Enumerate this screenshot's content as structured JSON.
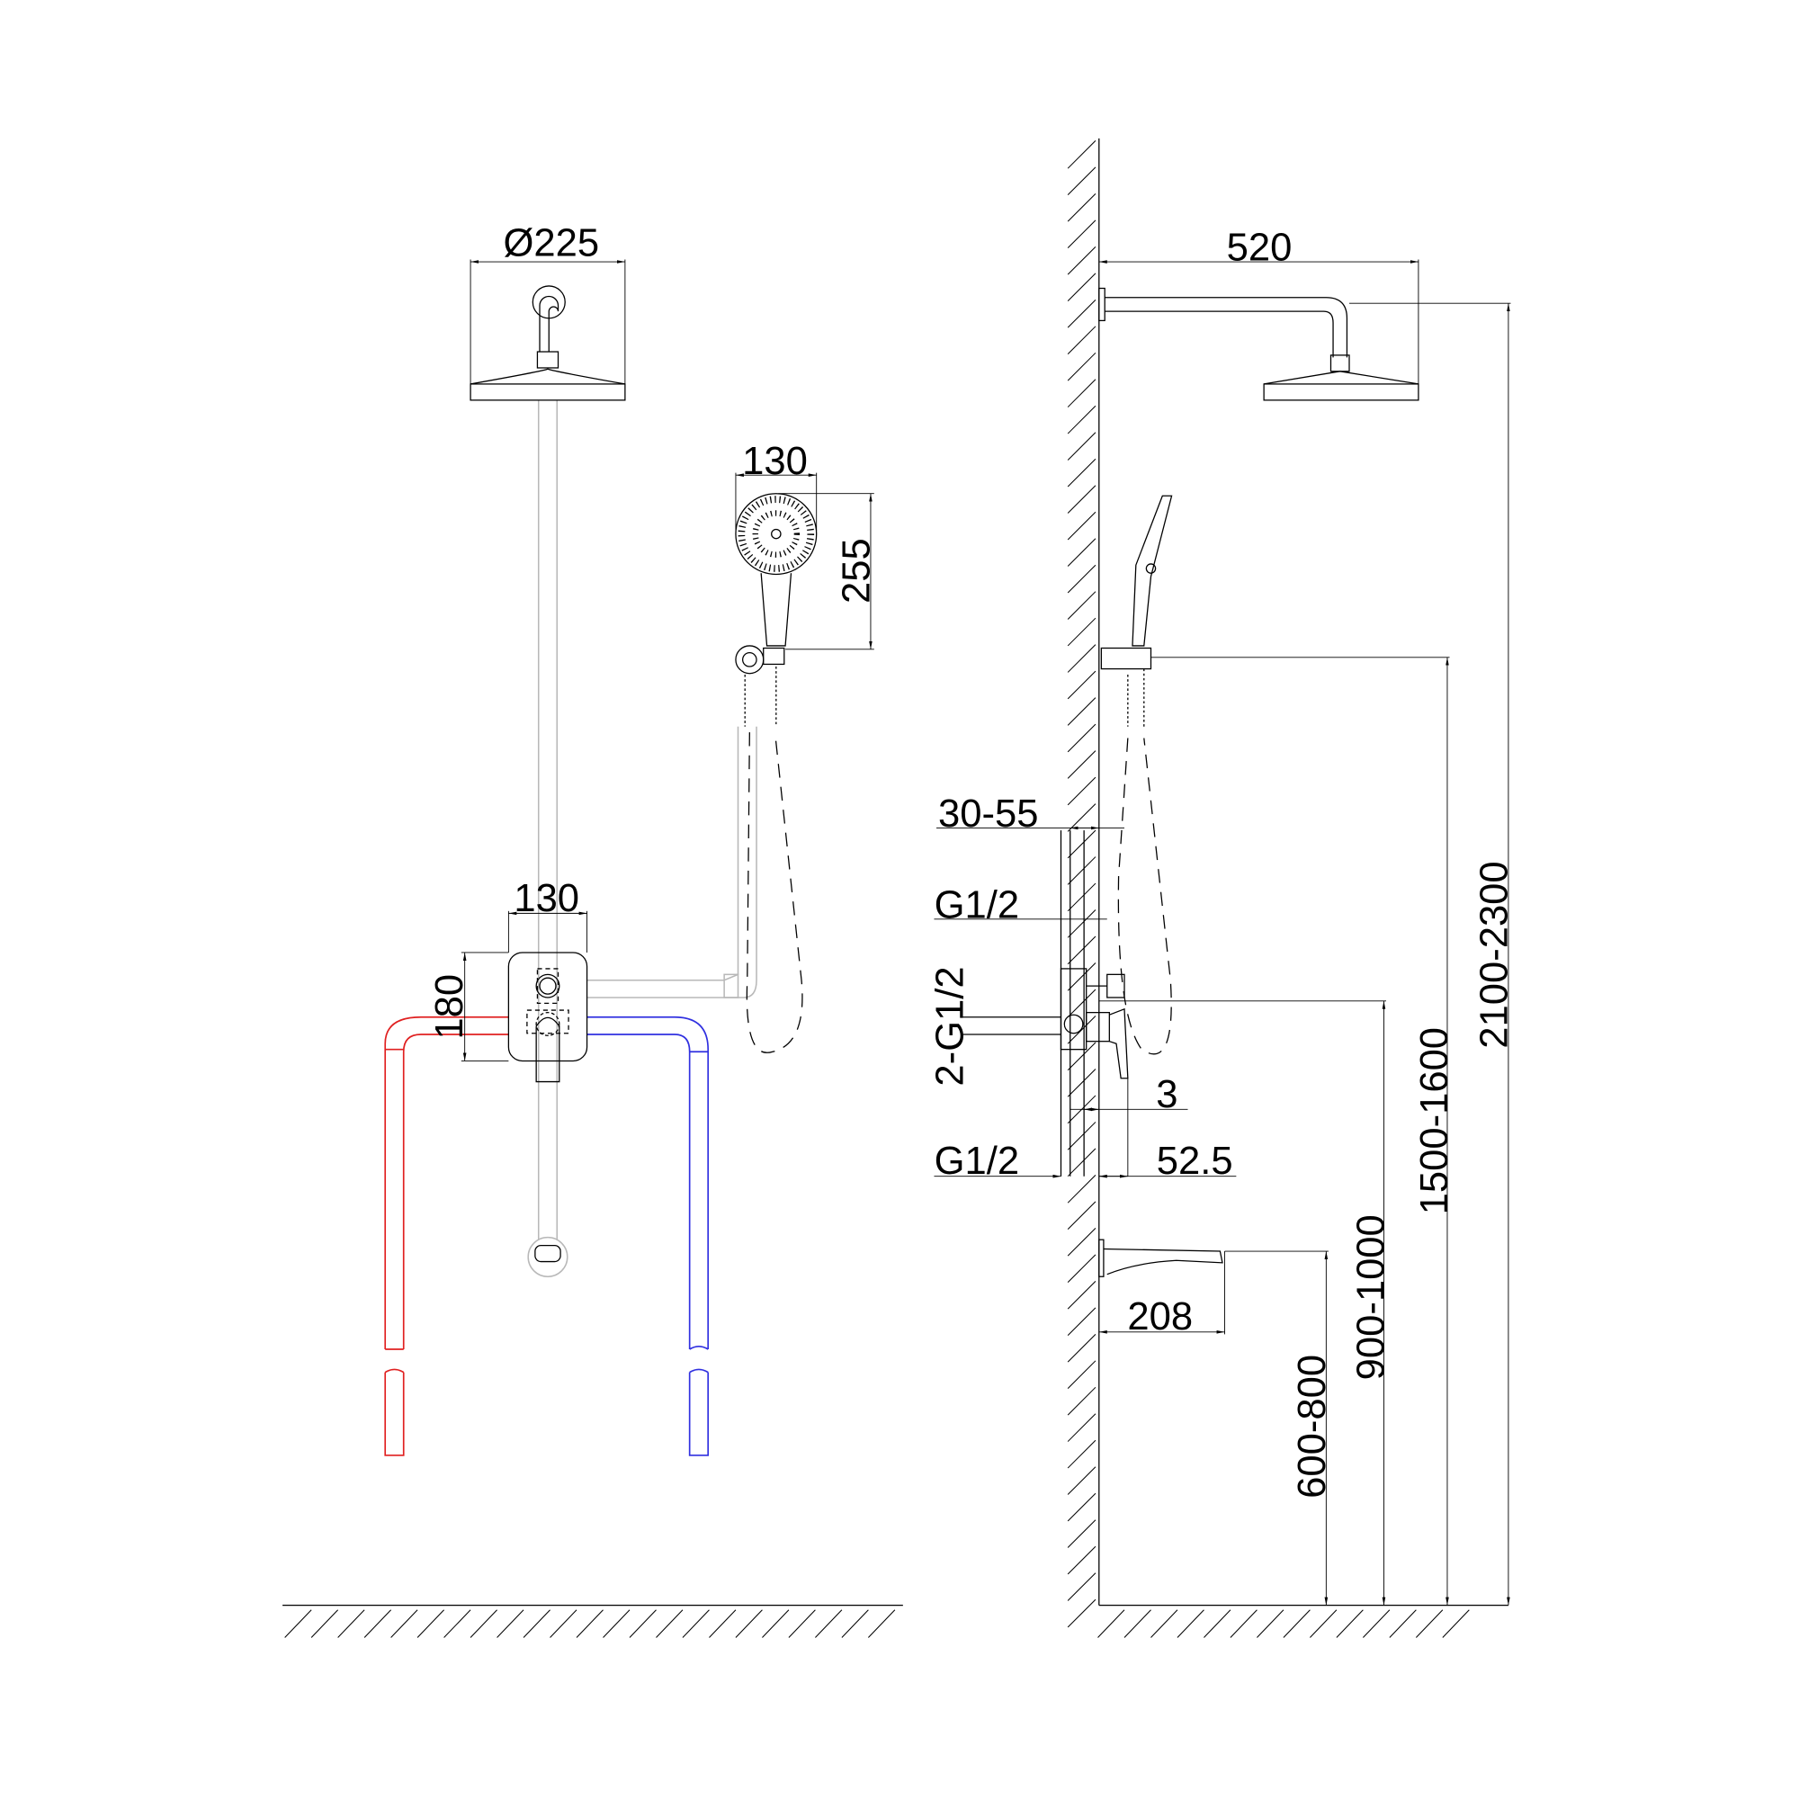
{
  "front_view": {
    "overhead_diameter": "Ø225",
    "handshower_width": "130",
    "handshower_length": "255",
    "valve_width": "130",
    "valve_height": "180"
  },
  "side_view": {
    "arm_length": "520",
    "wall_depth": "30-55",
    "outlet_thread_top": "G1/2",
    "inlet_thread": "2-G1/2",
    "gap": "3",
    "outlet_thread_bottom": "G1/2",
    "plate_depth": "52.5",
    "spout_length": "208",
    "spout_height": "600-800",
    "valve_height": "900-1000",
    "holder_height": "1500-1600",
    "overhead_height": "2100-2300"
  },
  "colors": {
    "hot": "#e02020",
    "cold": "#3030e0",
    "hidden": "#b8b8b8"
  }
}
